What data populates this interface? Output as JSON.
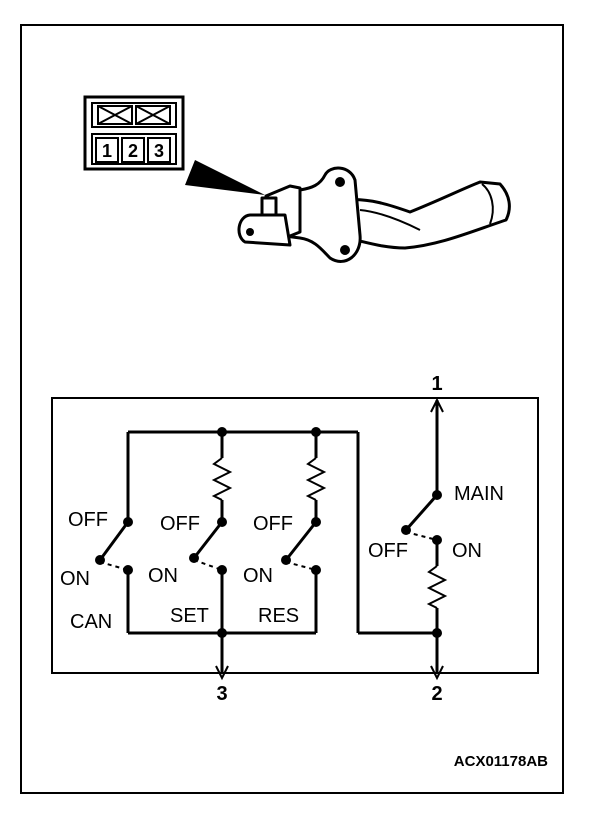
{
  "connector": {
    "pins": [
      "1",
      "2",
      "3"
    ]
  },
  "terminals": {
    "t1": "1",
    "t2": "2",
    "t3": "3"
  },
  "switches": {
    "main": {
      "name": "MAIN",
      "off": "OFF",
      "on": "ON"
    },
    "can": {
      "name": "CAN",
      "off": "OFF",
      "on": "ON"
    },
    "set": {
      "name": "SET",
      "off": "OFF",
      "on": "ON"
    },
    "res": {
      "name": "RES",
      "off": "OFF",
      "on": "ON"
    }
  },
  "figure_code": "ACX01178AB"
}
